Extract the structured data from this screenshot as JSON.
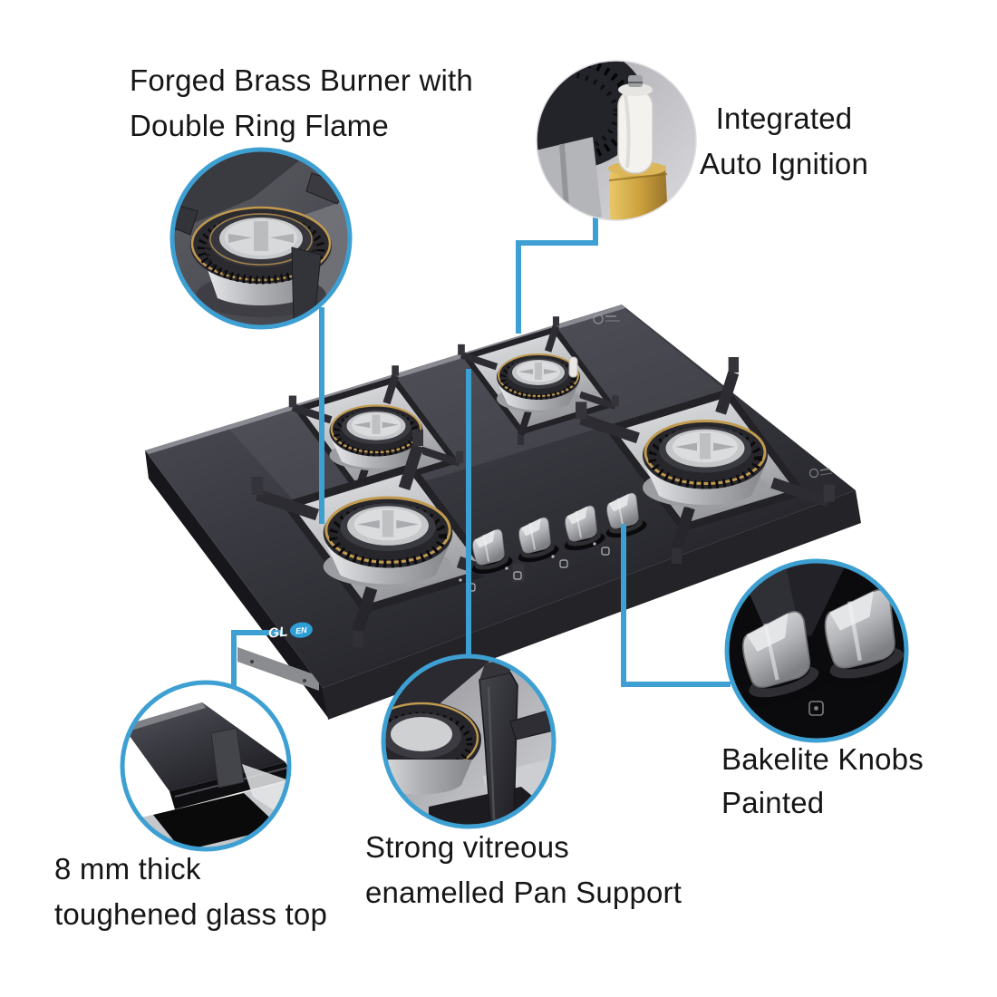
{
  "meta": {
    "description": "Glen four-burner built-in glass gas hob feature infographic with five magnified callouts"
  },
  "colors": {
    "accent_blue": "#3EA0D2",
    "glass_dark": "#2c2c33",
    "brass": "#c09a50",
    "steel": "#c7c8cb",
    "text": "#161616"
  },
  "brand": {
    "part1": "GL",
    "part2": "EN"
  },
  "callouts": {
    "burner": {
      "line1": "Forged Brass Burner with",
      "line2": "Double Ring Flame"
    },
    "ignition": {
      "line1": "Integrated",
      "line2": "Auto Ignition"
    },
    "glass": {
      "line1": "8 mm thick",
      "line2": "toughened glass top"
    },
    "pan_support": {
      "line1": "Strong vitreous",
      "line2": "enamelled Pan Support"
    },
    "knobs": {
      "line1": "Bakelite Knobs",
      "line2": "Painted"
    }
  },
  "icons": {
    "brand_oval": "glen-blue-oval",
    "crest_top": "glen-crest-emblem",
    "crest_right": "hot-surface-mark",
    "burner_indicator": "burner-position-icon"
  }
}
